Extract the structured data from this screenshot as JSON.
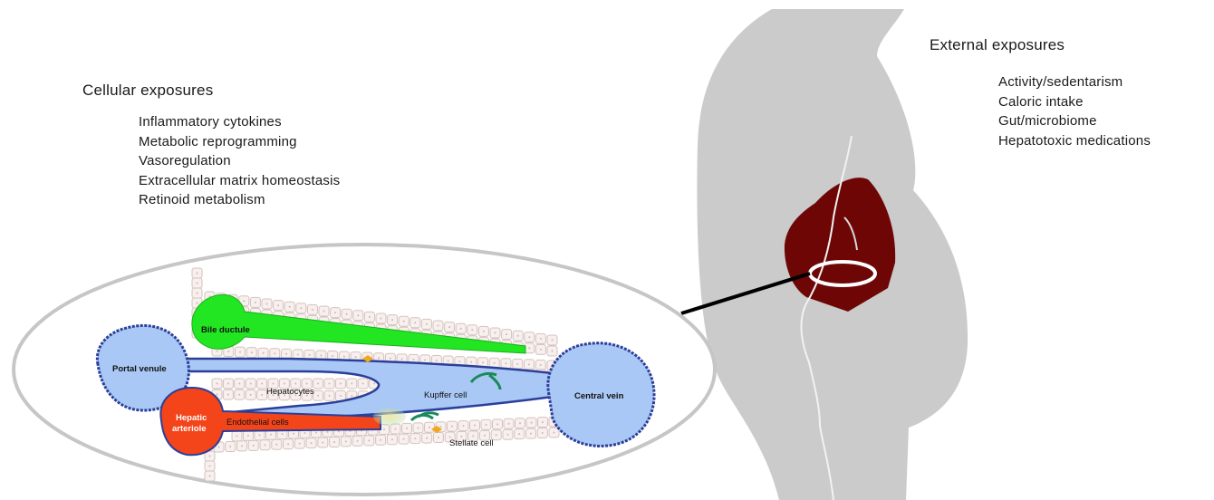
{
  "cellular": {
    "title": "Cellular exposures",
    "items": [
      "Inflammatory cytokines",
      "Metabolic reprogramming",
      "Vasoregulation",
      "Extracellular matrix homeostasis",
      "Retinoid metabolism"
    ]
  },
  "external": {
    "title": "External exposures",
    "items": [
      "Activity/sedentarism",
      "Caloric intake",
      "Gut/microbiome",
      "Hepatotoxic medications"
    ]
  },
  "diagram": {
    "labels": {
      "bile_ductule": "Bile ductule",
      "portal_venule": "Portal venule",
      "hepatocytes": "Hepatocytes",
      "kupffer_cell": "Kupffer cell",
      "central_vein": "Central vein",
      "hepatic_arteriole_1": "Hepatic",
      "hepatic_arteriole_2": "arteriole",
      "endothelial_cells": "Endothelial cells",
      "stellate_cell": "Stellate cell"
    },
    "colors": {
      "vessel_fill": "#a9c8f5",
      "vessel_stroke": "#2b3f9a",
      "bile": "#22e622",
      "arteriole": "#f4441a",
      "liver": "#6e0606",
      "body": "#cbcbcb",
      "hepatocyte": "#f7f0ee",
      "kupffer": "#1a8a5a",
      "stellate": "#f2a81a"
    }
  }
}
